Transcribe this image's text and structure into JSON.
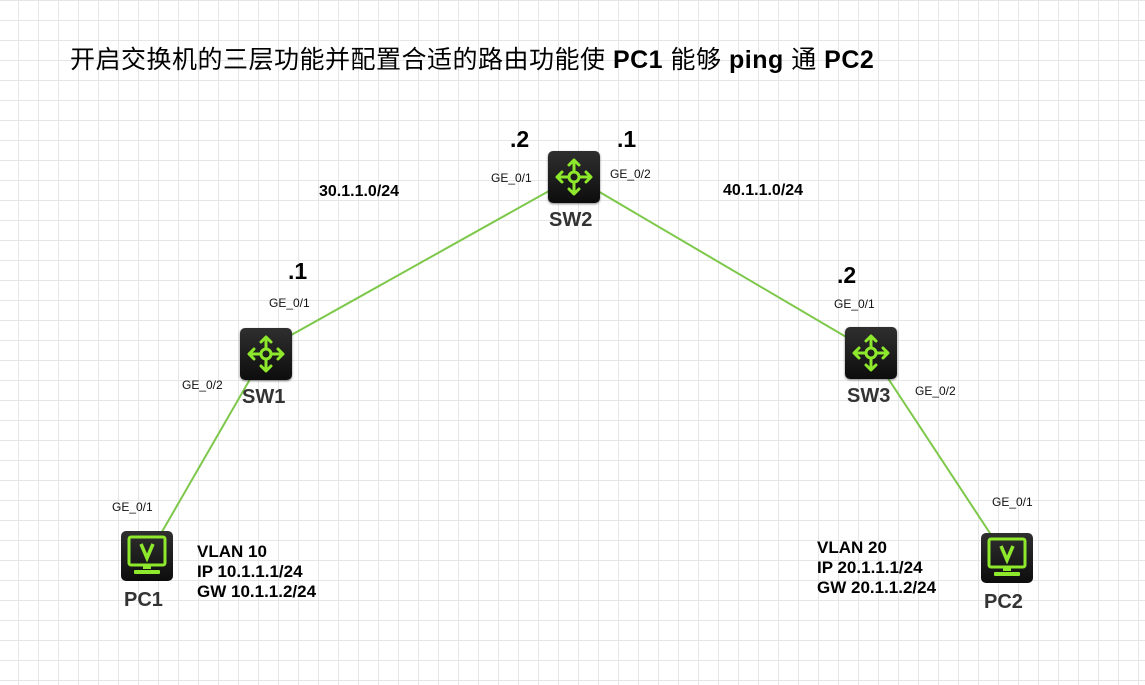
{
  "title": {
    "prefix": "开启交换机的三层功能并配置合适的路由功能使 ",
    "pc1": "PC1",
    "mid1": " 能够 ",
    "ping": "ping",
    "mid2": " 通 ",
    "pc2": "PC2"
  },
  "devices": {
    "sw1": {
      "label": "SW1",
      "icon": "l3-switch-icon"
    },
    "sw2": {
      "label": "SW2",
      "icon": "l3-switch-icon"
    },
    "sw3": {
      "label": "SW3",
      "icon": "l3-switch-icon"
    },
    "pc1": {
      "label": "PC1",
      "icon": "pc-monitor-icon"
    },
    "pc2": {
      "label": "PC2",
      "icon": "pc-monitor-icon"
    }
  },
  "ports": {
    "sw2_ge01": "GE_0/1",
    "sw2_ge02": "GE_0/2",
    "sw1_ge01": "GE_0/1",
    "sw1_ge02": "GE_0/2",
    "sw3_ge01": "GE_0/1",
    "sw3_ge02": "GE_0/2",
    "pc1_ge01": "GE_0/1",
    "pc2_ge01": "GE_0/1"
  },
  "ip_suffixes": {
    "sw2_left": ".2",
    "sw2_right": ".1",
    "sw1_up": ".1",
    "sw3_up": ".2"
  },
  "subnets": {
    "left": "30.1.1.0/24",
    "right": "40.1.1.0/24"
  },
  "pc1_info": {
    "vlan": "VLAN 10",
    "ip": "IP 10.1.1.1/24",
    "gw": "GW 10.1.1.2/24"
  },
  "pc2_info": {
    "vlan": "VLAN 20",
    "ip": "IP 20.1.1.1/24",
    "gw": "GW 20.1.1.2/24"
  },
  "colors": {
    "link": "#7dc84a",
    "icon_green": "#8ee82b",
    "device_body": "#1c1c1c"
  }
}
